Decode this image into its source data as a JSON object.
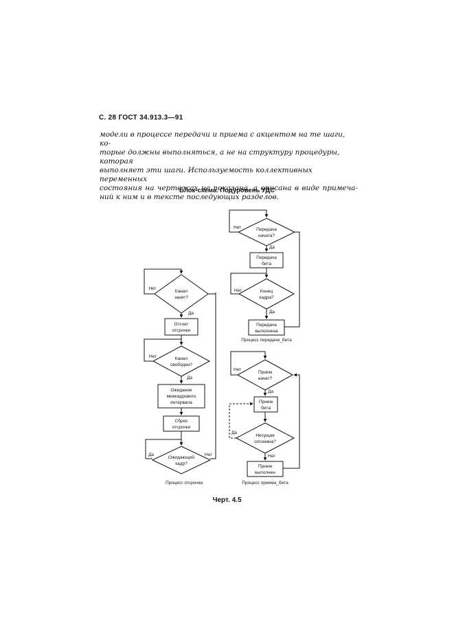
{
  "header": {
    "page_ref": "С. 28 ГОСТ 34.913.3—91"
  },
  "paragraph_lines": [
    "модели в процессе передачи и приема с акцентом на те шаги, ко-",
    "торые должны выполняться, а не на структуру процедуры, которая",
    "выполняет эти шаги. Используемость коллективных переменных",
    "состояния на чертежах не показана, а описана в виде примеча-",
    "ний к ним и в тексте последующих разделов."
  ],
  "figure_title": "Блок-схема. Подуровень УДС",
  "figure_caption": "Черт. 4.5",
  "left_chart": {
    "caption": "Процесс отсрочки",
    "channel_busy": [
      "Канал",
      "занят?"
    ],
    "count_delay": [
      "Отсчет",
      "отсрочки"
    ],
    "channel_free": [
      "Канал",
      "свободен?"
    ],
    "wait_interframe": [
      "Ожидание",
      "межкадрового",
      "интервала"
    ],
    "reset_delay": [
      "Сброс",
      "отсрочки"
    ],
    "waiting_frame": [
      "Ожидающий",
      "кадр?"
    ],
    "label_no": "Нет",
    "label_yes": "Да",
    "label_no2": "Нет"
  },
  "right_top_chart": {
    "caption": "Процесс передачи_бита",
    "transmit_start": [
      "Передача",
      "начата?"
    ],
    "transmit_bit": [
      "Передача",
      "бита"
    ],
    "end_frame": [
      "Конец",
      "кадра?"
    ],
    "transmit_done": [
      "Передача",
      "выполнена"
    ],
    "label_no": "Нет",
    "label_yes": "Да"
  },
  "right_bottom_chart": {
    "caption": "Процесс приема_бита",
    "receive_start": [
      "Прием",
      "начат?"
    ],
    "receive_bit": [
      "Прием",
      "бита"
    ],
    "carrier_lost": [
      "Несущая",
      "опознана?"
    ],
    "receive_done": [
      "Прием",
      "выполнен"
    ],
    "label_no": "Нет",
    "label_yes": "Да"
  }
}
